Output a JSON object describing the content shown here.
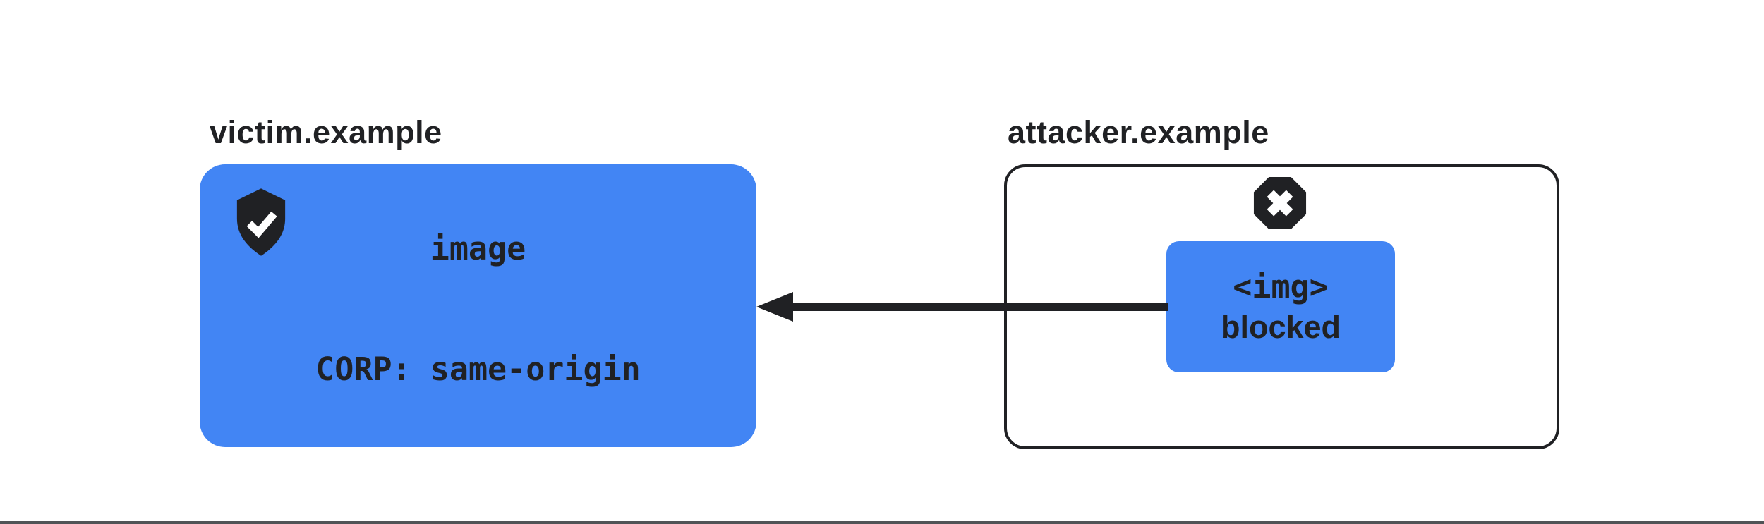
{
  "diagram": {
    "title_semantics": "CORP same-origin blocks cross-origin image embed",
    "victim": {
      "label": "victim.example",
      "resource_line1": "image",
      "resource_line2": "CORP: same-origin",
      "icon": "shield-check-icon"
    },
    "attacker": {
      "label": "attacker.example",
      "icon": "blocked-octagon-icon",
      "blocked_line1": "<img>",
      "blocked_line2": "blocked"
    },
    "arrow": {
      "direction": "right-to-left",
      "meaning": "request from attacker page to victim image"
    },
    "colors": {
      "blue": "#4285f4",
      "ink": "#202124",
      "divider": "#505356",
      "bg": "#ffffff"
    }
  }
}
